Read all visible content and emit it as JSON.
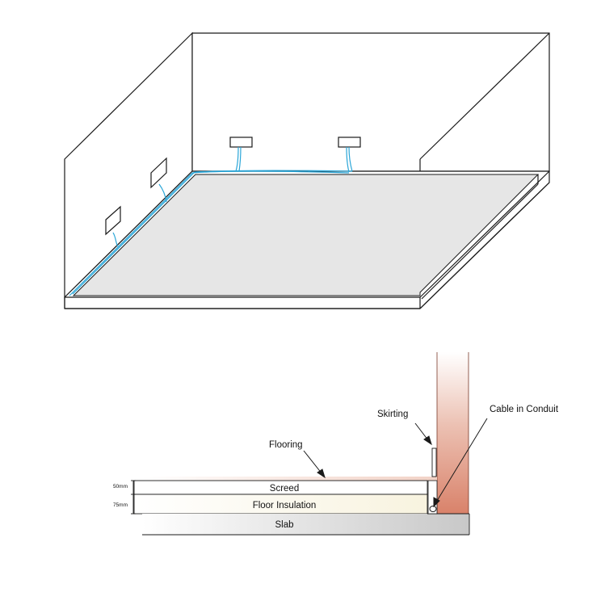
{
  "room_view": {
    "wall_sockets": [
      "socket-left-lower",
      "socket-left-upper",
      "socket-back-left",
      "socket-back-right"
    ],
    "colors": {
      "line": "#1a1a1a",
      "floor_fill": "#e6e6e6",
      "cable": "#2aa6d8"
    }
  },
  "section_view": {
    "labels": {
      "flooring": "Flooring",
      "skirting": "Skirting",
      "cable_in_conduit": "Cable in Conduit"
    },
    "layers": {
      "screed": "Screed",
      "floor_insulation": "Floor Insulation",
      "slab": "Slab"
    },
    "dimensions": {
      "screed_depth": "50mm",
      "insulation_depth": "75mm"
    },
    "colors": {
      "wall_top": "#ffffff",
      "wall_bottom": "#d9826a",
      "flooring_top": "#f6ded5",
      "insulation": "#fbf8ec",
      "slab_left": "#ffffff",
      "slab_right": "#cfcfcf"
    }
  }
}
